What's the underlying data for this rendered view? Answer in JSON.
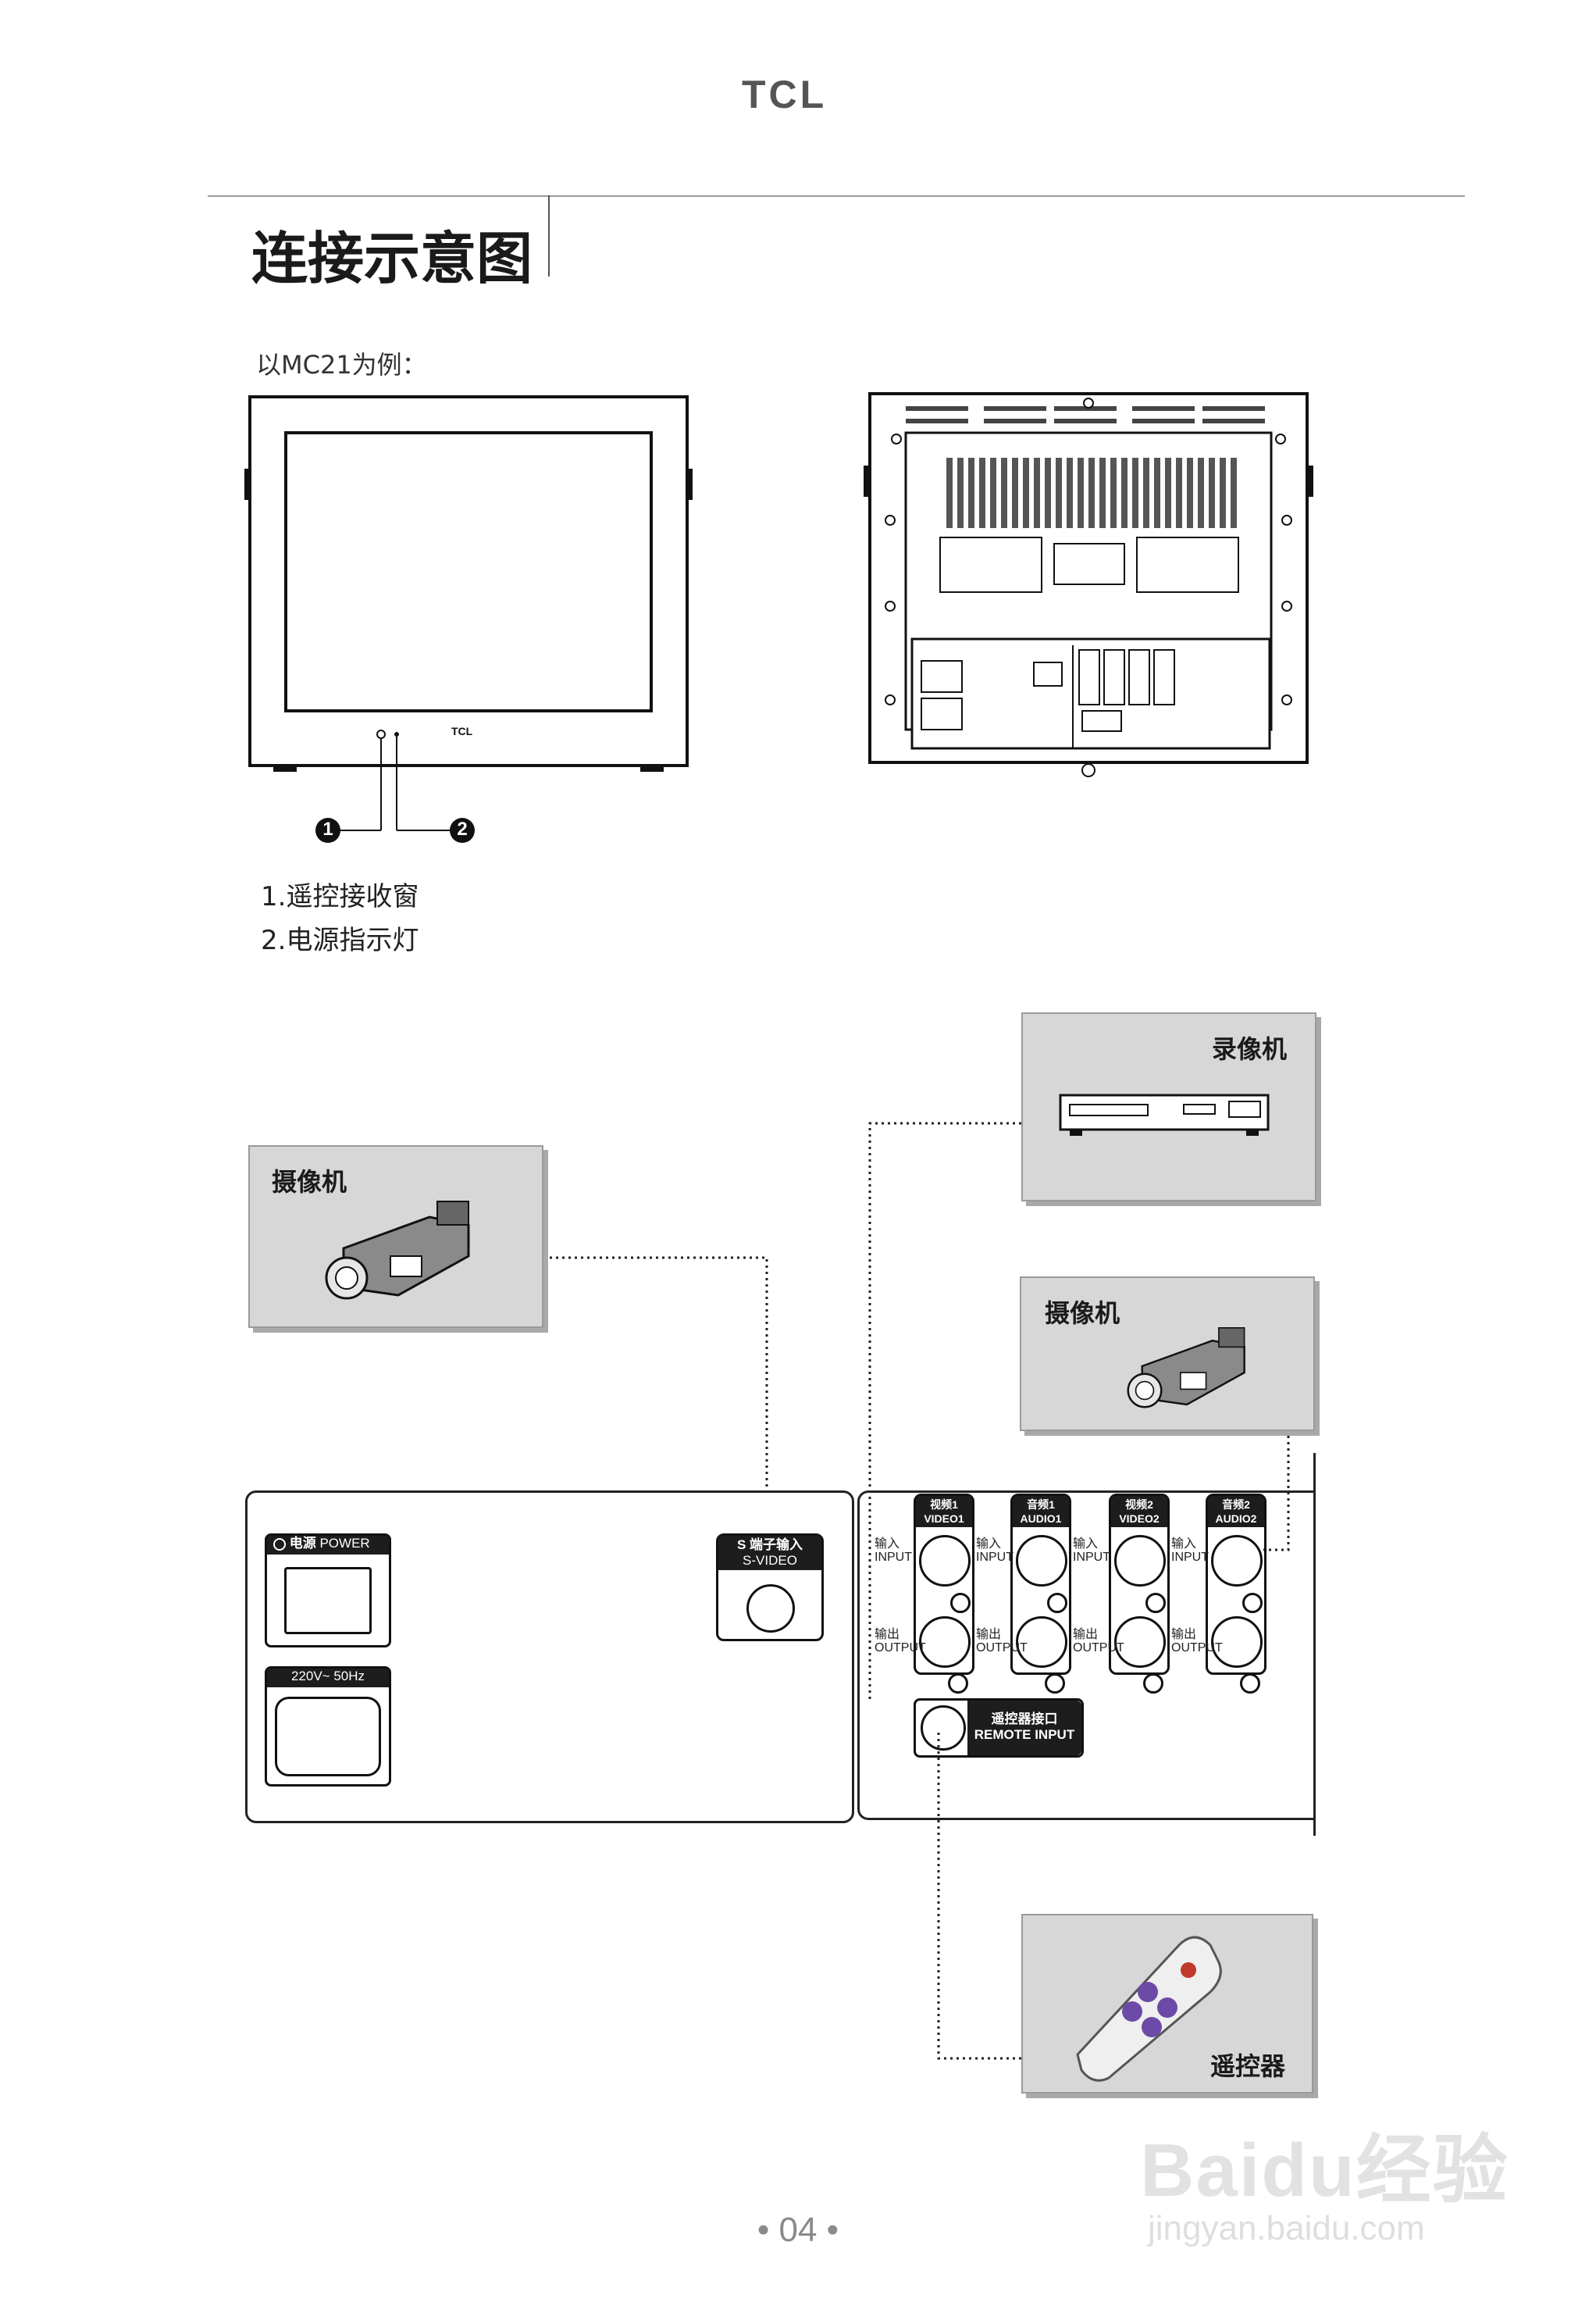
{
  "header": {
    "brand": "TCL"
  },
  "page": {
    "title": "连接示意图",
    "example_note": "以MC21为例："
  },
  "front_view": {
    "logo": "TCL",
    "callouts": [
      "1",
      "2"
    ],
    "legend": [
      "1.遥控接收窗",
      "2.电源指示灯"
    ]
  },
  "devices": {
    "vcr_label": "录像机",
    "camcorder_left_label": "摄像机",
    "camcorder_right_label": "摄像机",
    "remote_label": "遥控器"
  },
  "left_panel": {
    "power_label": "电源",
    "power_label_en": "POWER",
    "ac_label": "220V~ 50Hz",
    "svideo_label": "S 端子输入",
    "svideo_label_en": "S-VIDEO"
  },
  "right_panel": {
    "columns": [
      {
        "cn": "视频1",
        "en": "VIDEO1"
      },
      {
        "cn": "音频1",
        "en": "AUDIO1"
      },
      {
        "cn": "视频2",
        "en": "VIDEO2"
      },
      {
        "cn": "音频2",
        "en": "AUDIO2"
      }
    ],
    "input_cn": "输入",
    "input_en": "INPUT",
    "output_cn": "输出",
    "output_en": "OUTPUT",
    "remote_port_cn": "遥控器接口",
    "remote_port_en": "REMOTE INPUT"
  },
  "footer": {
    "page_number": "• 04 •"
  },
  "watermark": {
    "line1": "Baidu经验",
    "line2": "jingyan.baidu.com"
  }
}
